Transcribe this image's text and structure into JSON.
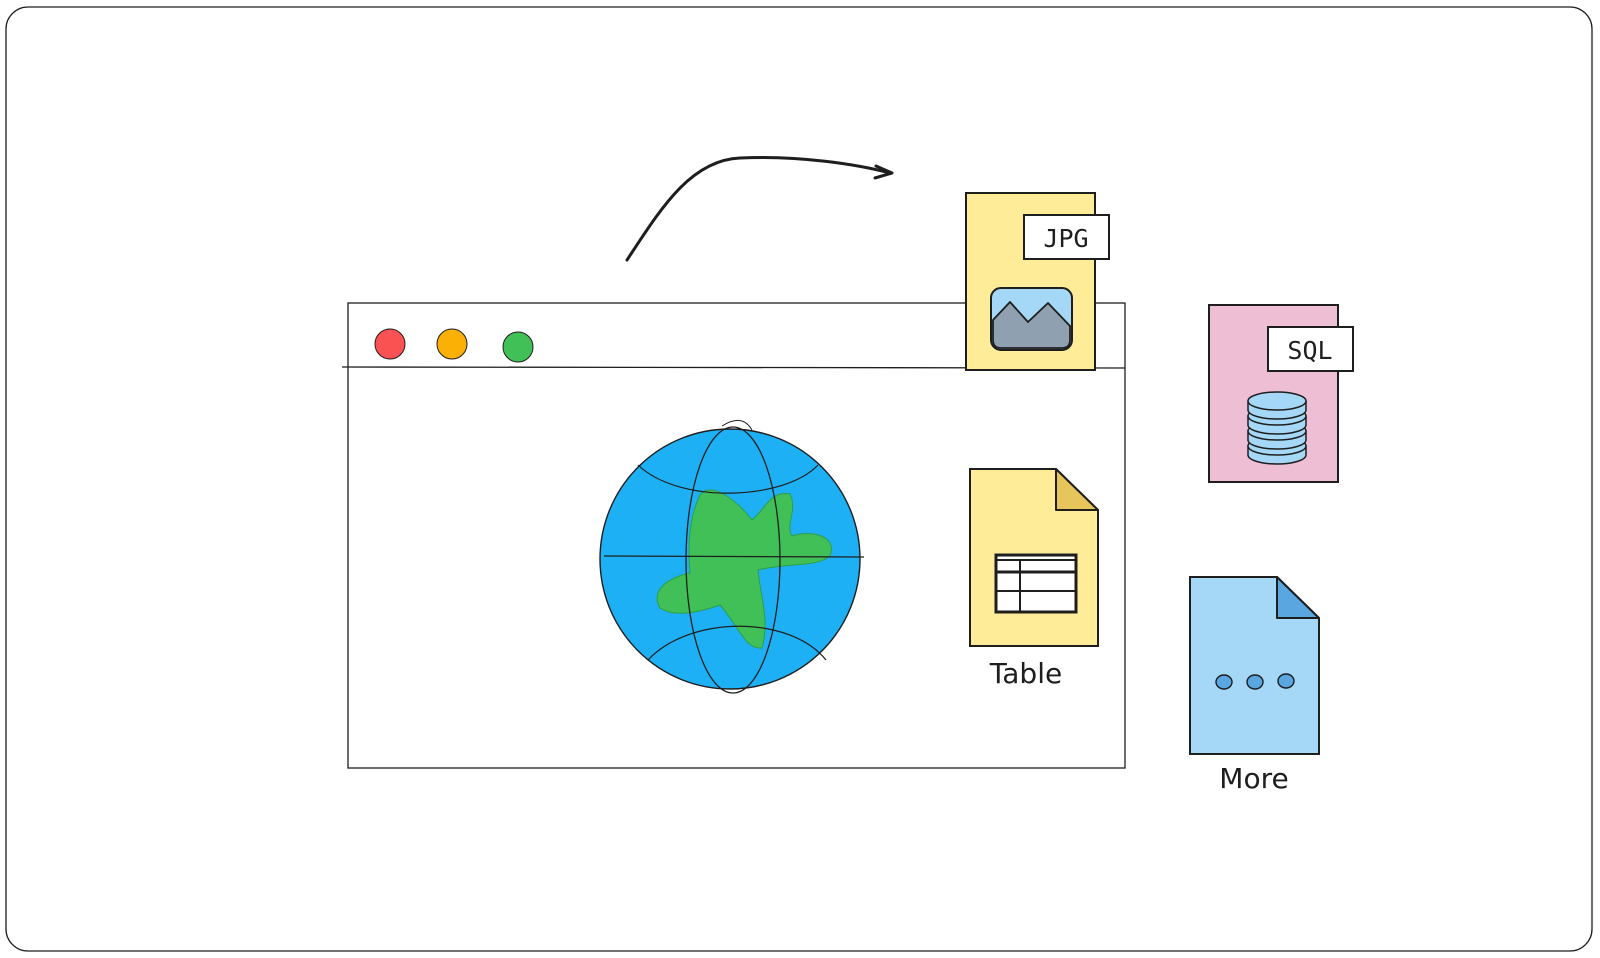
{
  "labels": {
    "jpg": "JPG",
    "sql": "SQL",
    "table": "Table",
    "more": "More"
  },
  "colors": {
    "yellow_doc": "#ffec99",
    "yellow_fold": "#e6c65a",
    "pink_doc": "#eebed5",
    "blue_doc": "#a5d8f6",
    "blue_fold": "#5aa6e0",
    "globe_ocean": "#1db0f5",
    "globe_land": "#40c057",
    "dot_red": "#fa5252",
    "dot_orange": "#fab005",
    "dot_green": "#40c057",
    "image_sky": "#a5d8f6",
    "image_mountain": "#8fa1b0",
    "stroke": "#1e1e1e"
  },
  "icons": {
    "browser": "browser-window-icon",
    "globe": "globe-icon",
    "image": "image-icon",
    "database": "database-icon",
    "table": "table-grid-icon",
    "more": "ellipsis-icon",
    "arrow": "arrow-icon"
  }
}
